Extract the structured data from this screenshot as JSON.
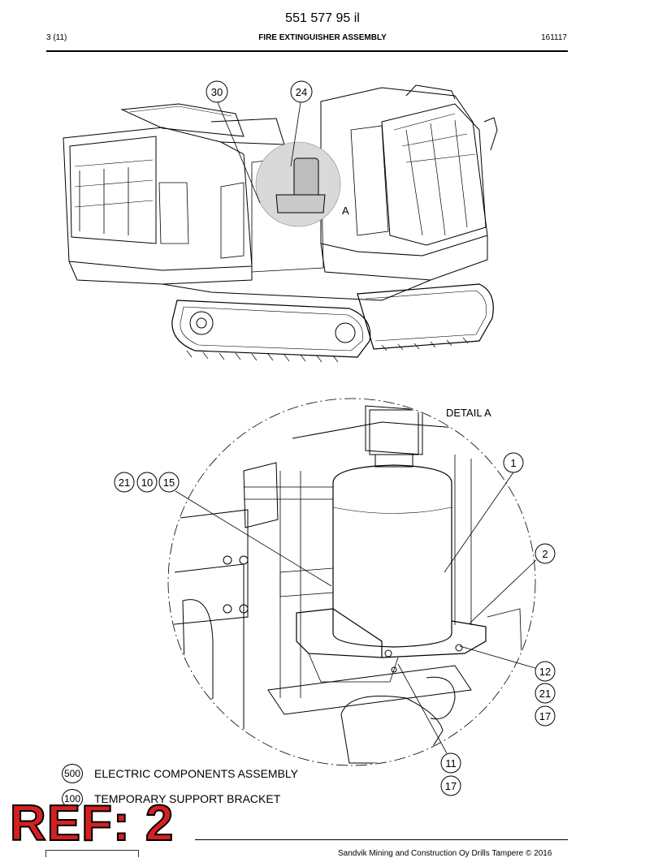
{
  "header": {
    "doc_number": "551 577 95 il",
    "page": "3 (11)",
    "title": "FIRE EXTINGUISHER ASSEMBLY",
    "date_code": "161117"
  },
  "overview": {
    "view_label": "A",
    "balloons": [
      "30",
      "24"
    ]
  },
  "detail": {
    "label": "DETAIL A",
    "balloons": [
      "21",
      "10",
      "15",
      "1",
      "2",
      "12",
      "21",
      "17",
      "11",
      "17"
    ]
  },
  "legend": [
    {
      "ref": "500",
      "label": "ELECTRIC COMPONENTS ASSEMBLY"
    },
    {
      "ref": "100",
      "label": "TEMPORARY SUPPORT BRACKET"
    }
  ],
  "stamp": {
    "text": "REF: 2",
    "color": "#d42020"
  },
  "footer": {
    "copyright": "Sandvik Mining and Construction Oy Drills Tampere © 2016"
  }
}
